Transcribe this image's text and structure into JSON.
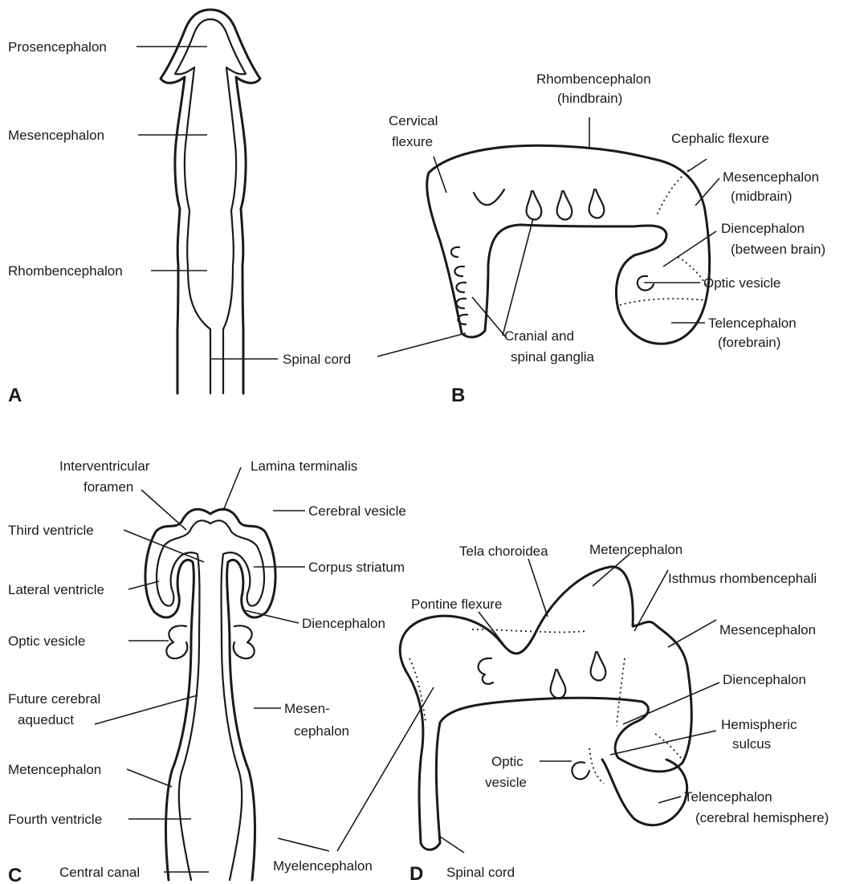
{
  "panels": {
    "A": {
      "letter": "A",
      "labels": {
        "prosencephalon": "Prosencephalon",
        "mesencephalon": "Mesencephalon",
        "rhombencephalon": "Rhombencephalon",
        "spinal_cord": "Spinal cord"
      }
    },
    "B": {
      "letter": "B",
      "labels": {
        "rhombencephalon_1": "Rhombencephalon",
        "rhombencephalon_2": "(hindbrain)",
        "cervical_1": "Cervical",
        "cervical_2": "flexure",
        "cephalic_flexure": "Cephalic flexure",
        "mesencephalon_1": "Mesencephalon",
        "mesencephalon_2": "(midbrain)",
        "diencephalon_1": "Diencephalon",
        "diencephalon_2": "(between brain)",
        "optic_vesicle": "Optic vesicle",
        "telencephalon_1": "Telencephalon",
        "telencephalon_2": "(forebrain)",
        "ganglia_1": "Cranial and",
        "ganglia_2": "spinal ganglia"
      }
    },
    "C": {
      "letter": "C",
      "labels": {
        "interventricular_1": "Interventricular",
        "interventricular_2": "foramen",
        "lamina_terminalis": "Lamina terminalis",
        "cerebral_vesicle": "Cerebral vesicle",
        "third_ventricle": "Third ventricle",
        "corpus_striatum": "Corpus striatum",
        "lateral_ventricle": "Lateral ventricle",
        "diencephalon": "Diencephalon",
        "optic_vesicle": "Optic vesicle",
        "future_aqueduct_1": "Future cerebral",
        "future_aqueduct_2": "aqueduct",
        "mesencephalon_1": "Mesen-",
        "mesencephalon_2": "cephalon",
        "metencephalon": "Metencephalon",
        "fourth_ventricle": "Fourth ventricle",
        "central_canal": "Central canal"
      }
    },
    "D": {
      "letter": "D",
      "labels": {
        "tela_choroidea": "Tela choroidea",
        "metencephalon": "Metencephalon",
        "isthmus": "Isthmus rhombencephali",
        "pontine_flexure": "Pontine flexure",
        "mesencephalon": "Mesencephalon",
        "diencephalon": "Diencephalon",
        "hemispheric_1": "Hemispheric",
        "hemispheric_2": "sulcus",
        "optic_1": "Optic",
        "optic_2": "vesicle",
        "telencephalon_1": "Telencephalon",
        "telencephalon_2": "(cerebral hemisphere)",
        "myelencephalon": "Myelencephalon",
        "spinal_cord": "Spinal cord"
      }
    }
  }
}
